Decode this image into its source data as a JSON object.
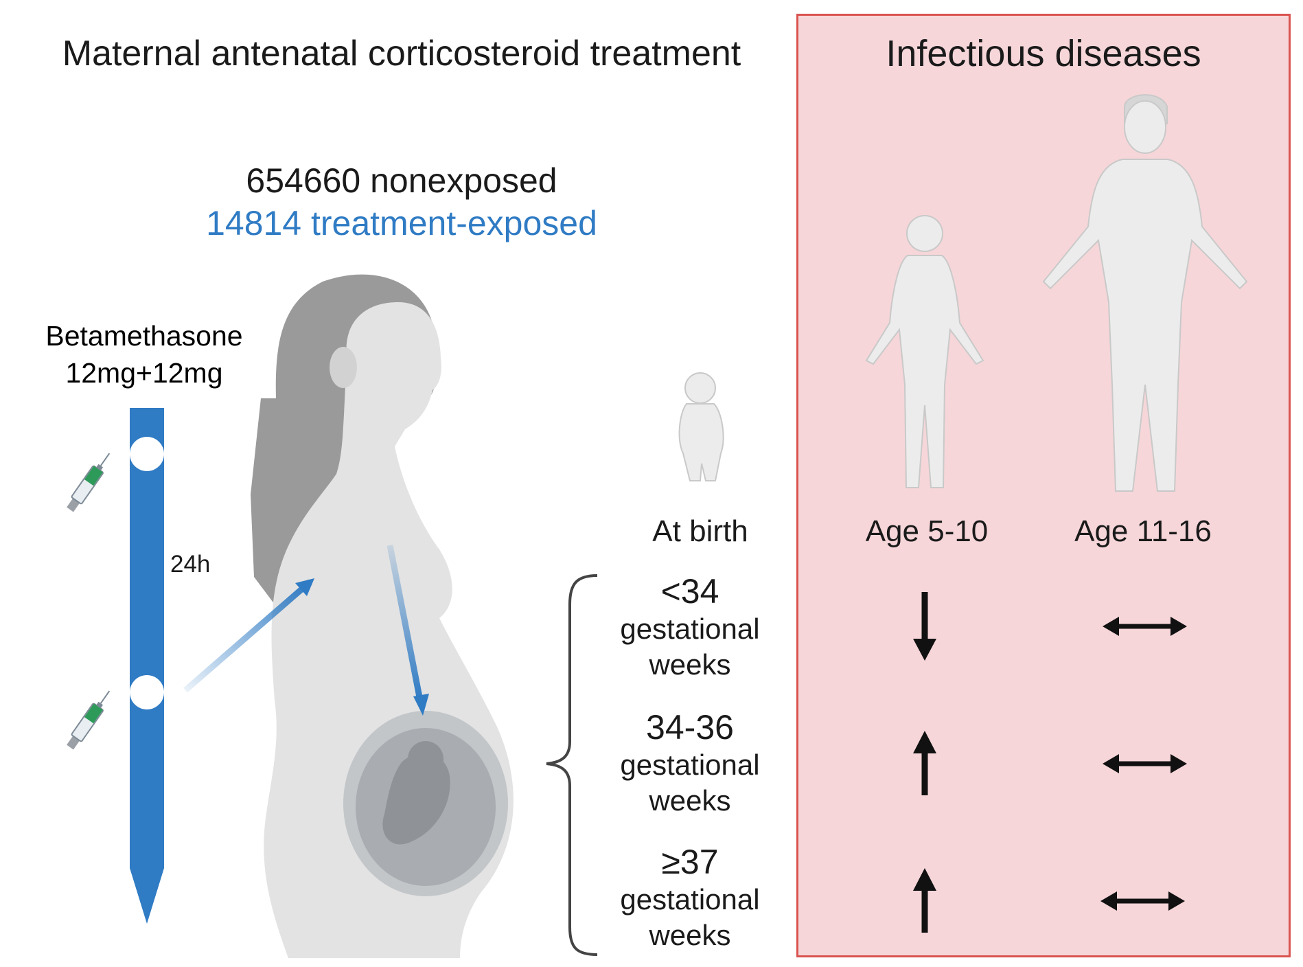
{
  "title": "Maternal antenatal corticosteroid treatment",
  "counts": {
    "nonexposed": "654660 nonexposed",
    "exposed": "14814 treatment-exposed"
  },
  "drug": {
    "name": "Betamethasone",
    "dose": "12mg+12mg",
    "interval": "24h"
  },
  "outcome_panel": {
    "title": "Infectious diseases",
    "columns": [
      "At birth",
      "Age 5-10",
      "Age 11-16"
    ]
  },
  "groups": [
    {
      "top": "<34",
      "line2": "gestational",
      "line3": "weeks",
      "age_5_10": "decreased",
      "age_11_16": "no change"
    },
    {
      "top": "34-36",
      "line2": "gestational",
      "line3": "weeks",
      "age_5_10": "increased",
      "age_11_16": "no change"
    },
    {
      "top": "≥37",
      "line2": "gestational",
      "line3": "weeks",
      "age_5_10": "increased",
      "age_11_16": "no change"
    }
  ],
  "colors": {
    "accent_blue": "#2f7bc4",
    "panel_fill": "#f6d6d9",
    "panel_border": "#d9534f",
    "silhouette": "#e3e3e3",
    "hair": "#9a9a9a"
  }
}
